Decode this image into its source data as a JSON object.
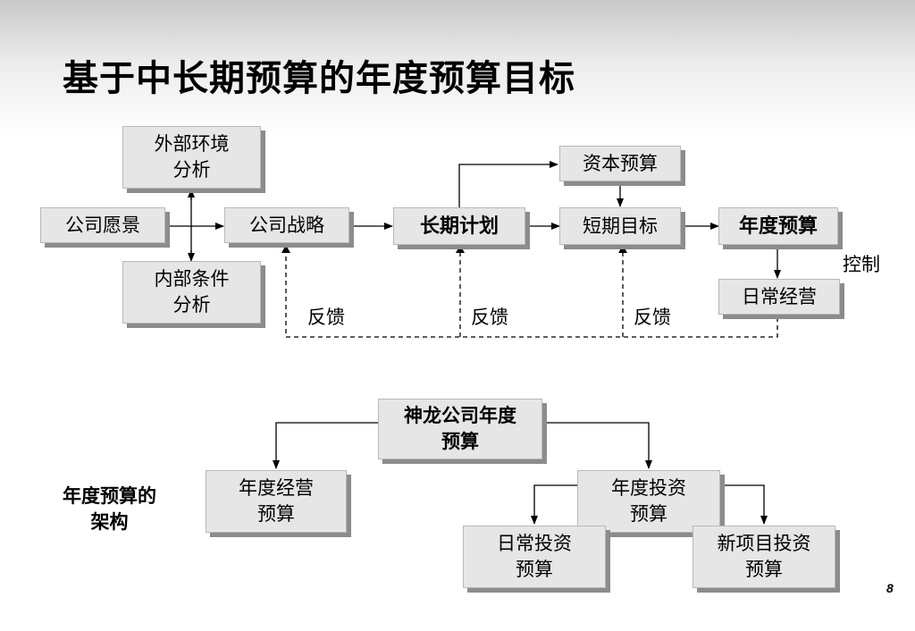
{
  "title": "基于中长期预算的年度预算目标",
  "top_diagram": {
    "external_env": "外部环境\n分析",
    "internal_cond": "内部条件\n分析",
    "company_vision": "公司愿景",
    "company_strategy": "公司战略",
    "long_term_plan": "长期计划",
    "capital_budget": "资本预算",
    "short_term_goal": "短期目标",
    "annual_budget": "年度预算",
    "daily_operations": "日常经营",
    "control_label": "控制",
    "feedback_labels": [
      "反馈",
      "反馈",
      "反馈"
    ]
  },
  "bottom_diagram": {
    "root": "神龙公司年度\n预算",
    "annual_operating": "年度经营\n预算",
    "annual_investment": "年度投资\n预算",
    "daily_investment": "日常投资\n预算",
    "new_project_investment": "新项目投资\n预算",
    "structure_label": "年度预算的\n架构"
  },
  "page_number": "8"
}
